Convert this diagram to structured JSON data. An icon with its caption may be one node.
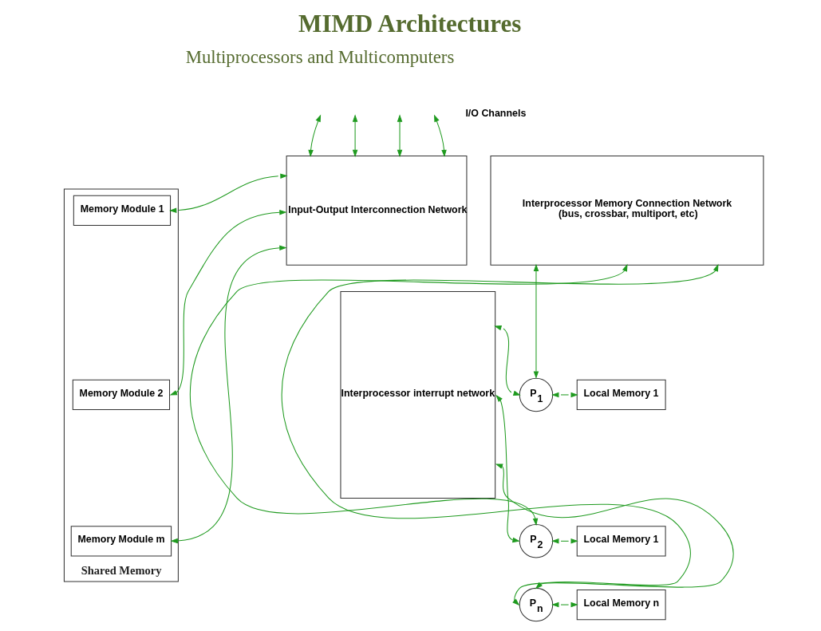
{
  "diagram": {
    "title": "MIMD Architectures",
    "nodes": [
      {
        "text": [
          "Shared Memory"
        ]
      },
      {
        "text": [
          "Memory Module 1"
        ],
        "in": 0
      },
      {
        "text": [
          "Memory Module 2"
        ],
        "in": 0
      },
      {
        "text": [
          "Memory Module m"
        ],
        "in": 0
      },
      {
        "text": [
          "Input-Output Interconnection Network"
        ]
      },
      {
        "text": [
          "Interprocessor Memory Connection Network",
          "(bus, crossbar, multiport, etc)"
        ]
      },
      {
        "text": [
          "Interprocessor interrupt network"
        ]
      },
      {
        "text": [
          "P$_{1}$"
        ]
      },
      {
        "text": [
          "Local Memory 1"
        ]
      },
      {
        "text": [
          "P$_{2}$"
        ]
      },
      {
        "text": [
          "Local Memory 1"
        ]
      },
      {
        "text": [
          "P$_{n}$"
        ]
      },
      {
        "text": [
          "Local Memory n"
        ]
      }
    ],
    "edges": [
      {
        "from": null,
        "to": 4,
        "arrow": "both"
      },
      {
        "from": null,
        "to": 4,
        "arrow": "both"
      },
      {
        "from": null,
        "to": 4,
        "arrow": "both"
      },
      {
        "from": null,
        "to": 4,
        "arrow": "both"
      },
      {
        "from": 1,
        "to": 4,
        "arrow": "both"
      },
      {
        "from": 2,
        "to": 4,
        "arrow": "both"
      },
      {
        "from": 3,
        "to": 4,
        "arrow": "both"
      },
      {
        "from": 5,
        "to": 7,
        "arrow": "both"
      },
      {
        "from": 5,
        "to": 9,
        "arrow": "both"
      },
      {
        "from": 5,
        "to": 11,
        "arrow": "both"
      },
      {
        "from": 6,
        "to": 7,
        "arrow": "both"
      },
      {
        "from": 6,
        "to": 9,
        "arrow": "both"
      },
      {
        "from": 6,
        "to": 11,
        "arrow": "both"
      },
      {
        "from": 7,
        "to": 8,
        "arrow": "both"
      },
      {
        "from": 9,
        "to": 10,
        "arrow": "both"
      },
      {
        "from": 11,
        "to": 12,
        "arrow": "both"
      }
    ],
    "labels": [
      "Multiprocessors and Multicomputers",
      "I/O Channels"
    ]
  }
}
